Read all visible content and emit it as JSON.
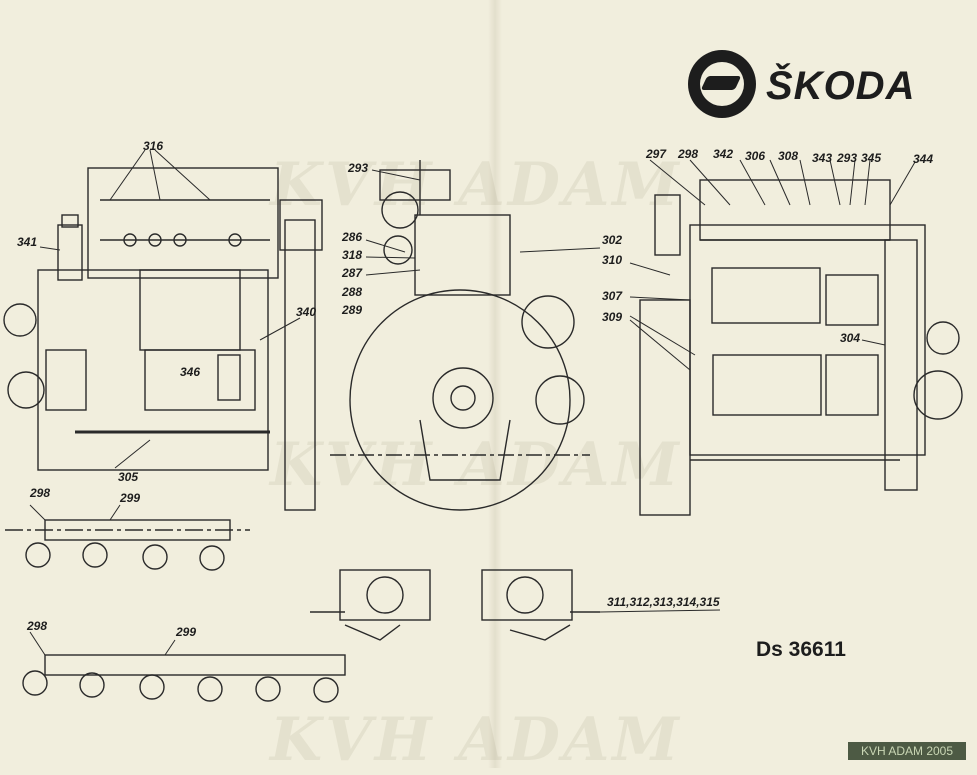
{
  "brand": {
    "name": "ŠKODA"
  },
  "document": {
    "number": "Ds 36611"
  },
  "watermark": {
    "text": "KVH ADAM",
    "stamp": "KVH ADAM 2005"
  },
  "callouts": {
    "p316": "316",
    "p341": "341",
    "p340": "340",
    "p346": "346",
    "p305": "305",
    "p293a": "293",
    "p286": "286",
    "p318": "318",
    "p287": "287",
    "p288": "288",
    "p289": "289",
    "p302": "302",
    "p310": "310",
    "p307": "307",
    "p309": "309",
    "p297": "297",
    "p298a": "298",
    "p342": "342",
    "p306": "306",
    "p308": "308",
    "p343": "343",
    "p293b": "293",
    "p345": "345",
    "p344": "344",
    "p304": "304",
    "p298b": "298",
    "p299a": "299",
    "p298c": "298",
    "p299b": "299",
    "p311": "311,312,313,314,315"
  }
}
